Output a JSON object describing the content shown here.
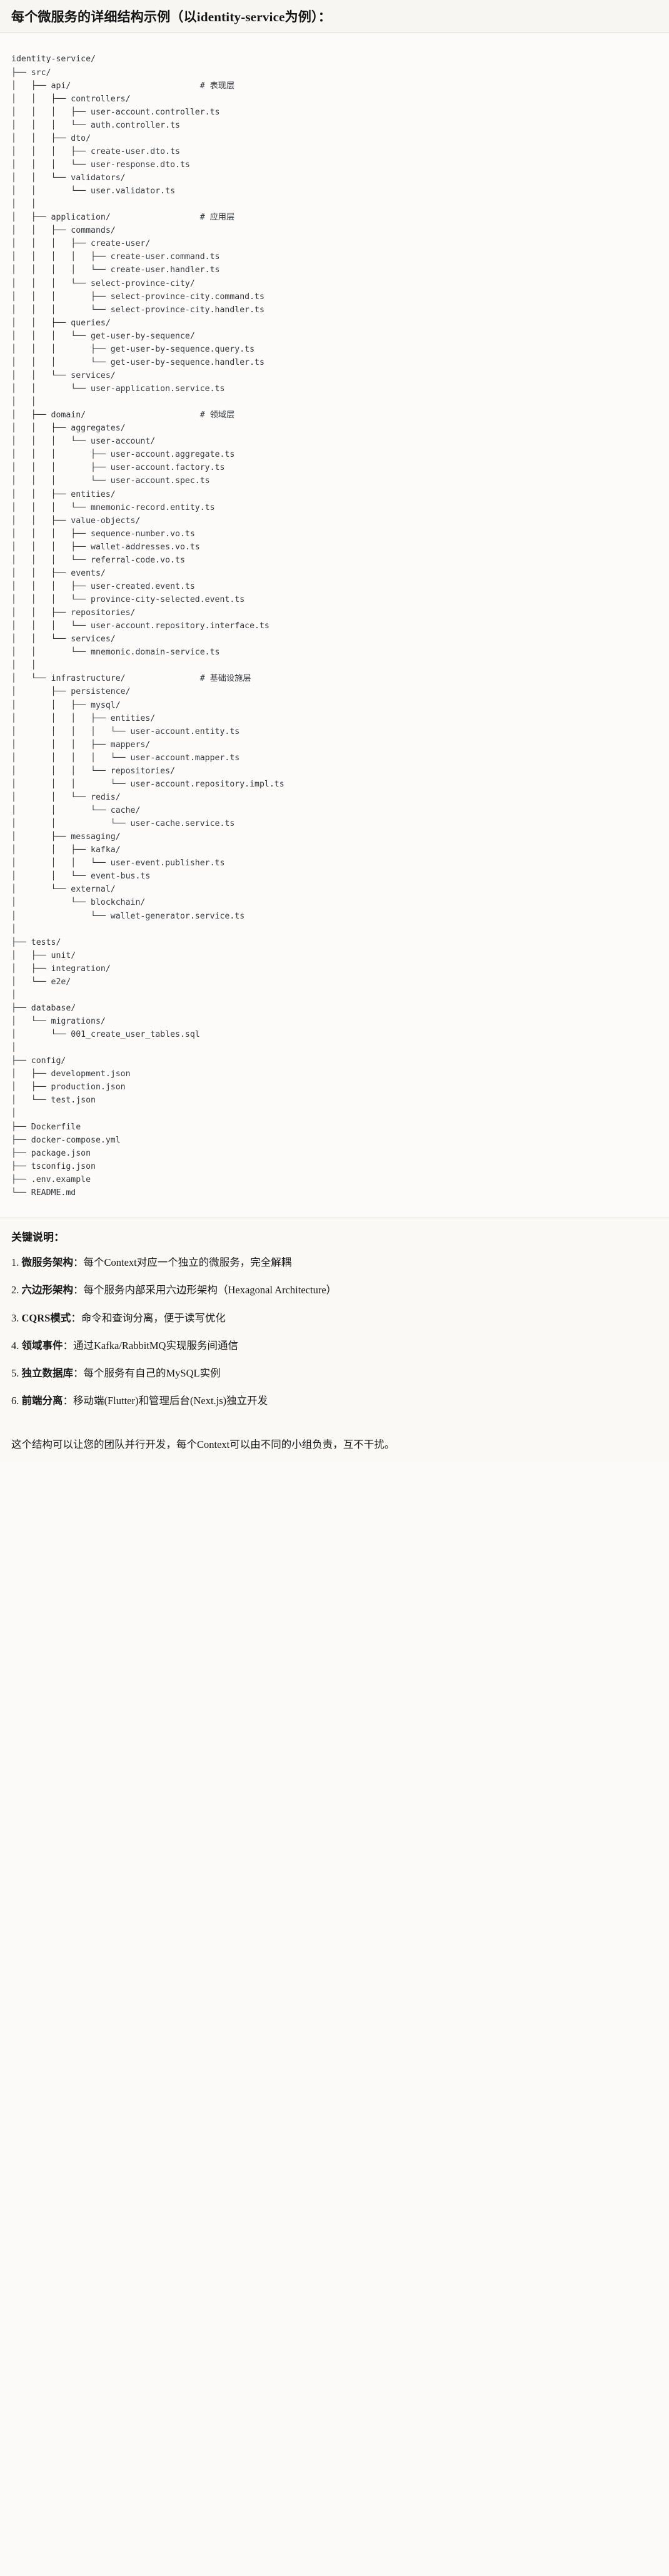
{
  "header": {
    "title": "每个微服务的详细结构示例（以identity-service为例）："
  },
  "tree": {
    "text": "identity-service/\n├── src/\n│   ├── api/                          # 表现层\n│   │   ├── controllers/\n│   │   │   ├── user-account.controller.ts\n│   │   │   └── auth.controller.ts\n│   │   ├── dto/\n│   │   │   ├── create-user.dto.ts\n│   │   │   └── user-response.dto.ts\n│   │   └── validators/\n│   │       └── user.validator.ts\n│   │\n│   ├── application/                  # 应用层\n│   │   ├── commands/\n│   │   │   ├── create-user/\n│   │   │   │   ├── create-user.command.ts\n│   │   │   │   └── create-user.handler.ts\n│   │   │   └── select-province-city/\n│   │   │       ├── select-province-city.command.ts\n│   │   │       └── select-province-city.handler.ts\n│   │   ├── queries/\n│   │   │   └── get-user-by-sequence/\n│   │   │       ├── get-user-by-sequence.query.ts\n│   │   │       └── get-user-by-sequence.handler.ts\n│   │   └── services/\n│   │       └── user-application.service.ts\n│   │\n│   ├── domain/                       # 领域层\n│   │   ├── aggregates/\n│   │   │   └── user-account/\n│   │   │       ├── user-account.aggregate.ts\n│   │   │       ├── user-account.factory.ts\n│   │   │       └── user-account.spec.ts\n│   │   ├── entities/\n│   │   │   └── mnemonic-record.entity.ts\n│   │   ├── value-objects/\n│   │   │   ├── sequence-number.vo.ts\n│   │   │   ├── wallet-addresses.vo.ts\n│   │   │   └── referral-code.vo.ts\n│   │   ├── events/\n│   │   │   ├── user-created.event.ts\n│   │   │   └── province-city-selected.event.ts\n│   │   ├── repositories/\n│   │   │   └── user-account.repository.interface.ts\n│   │   └── services/\n│   │       └── mnemonic.domain-service.ts\n│   │\n│   └── infrastructure/               # 基础设施层\n│       ├── persistence/\n│       │   ├── mysql/\n│       │   │   ├── entities/\n│       │   │   │   └── user-account.entity.ts\n│       │   │   ├── mappers/\n│       │   │   │   └── user-account.mapper.ts\n│       │   │   └── repositories/\n│       │   │       └── user-account.repository.impl.ts\n│       │   └── redis/\n│       │       └── cache/\n│       │           └── user-cache.service.ts\n│       ├── messaging/\n│       │   ├── kafka/\n│       │   │   └── user-event.publisher.ts\n│       │   └── event-bus.ts\n│       └── external/\n│           └── blockchain/\n│               └── wallet-generator.service.ts\n│\n├── tests/\n│   ├── unit/\n│   ├── integration/\n│   └── e2e/\n│\n├── database/\n│   └── migrations/\n│       └── 001_create_user_tables.sql\n│\n├── config/\n│   ├── development.json\n│   ├── production.json\n│   └── test.json\n│\n├── Dockerfile\n├── docker-compose.yml\n├── package.json\n├── tsconfig.json\n├── .env.example\n└── README.md"
  },
  "notes": {
    "heading": "关键说明：",
    "items": [
      {
        "num": "1.",
        "term": "微服务架构",
        "body": "：每个Context对应一个独立的微服务，完全解耦"
      },
      {
        "num": "2.",
        "term": "六边形架构",
        "body": "：每个服务内部采用六边形架构（Hexagonal Architecture）"
      },
      {
        "num": "3.",
        "term": "CQRS模式",
        "body": "：命令和查询分离，便于读写优化"
      },
      {
        "num": "4.",
        "term": "领域事件",
        "body": "：通过Kafka/RabbitMQ实现服务间通信"
      },
      {
        "num": "5.",
        "term": "独立数据库",
        "body": "：每个服务有自己的MySQL实例"
      },
      {
        "num": "6.",
        "term": "前端分离",
        "body": "：移动端(Flutter)和管理后台(Next.js)独立开发"
      }
    ],
    "closing": "这个结构可以让您的团队并行开发，每个Context可以由不同的小组负责，互不干扰。"
  },
  "colors": {
    "page_bg": "#fbfaf8",
    "title_bg": "#f7f6f2",
    "tree_text": "#33373d",
    "divider": "#dcdad4"
  }
}
